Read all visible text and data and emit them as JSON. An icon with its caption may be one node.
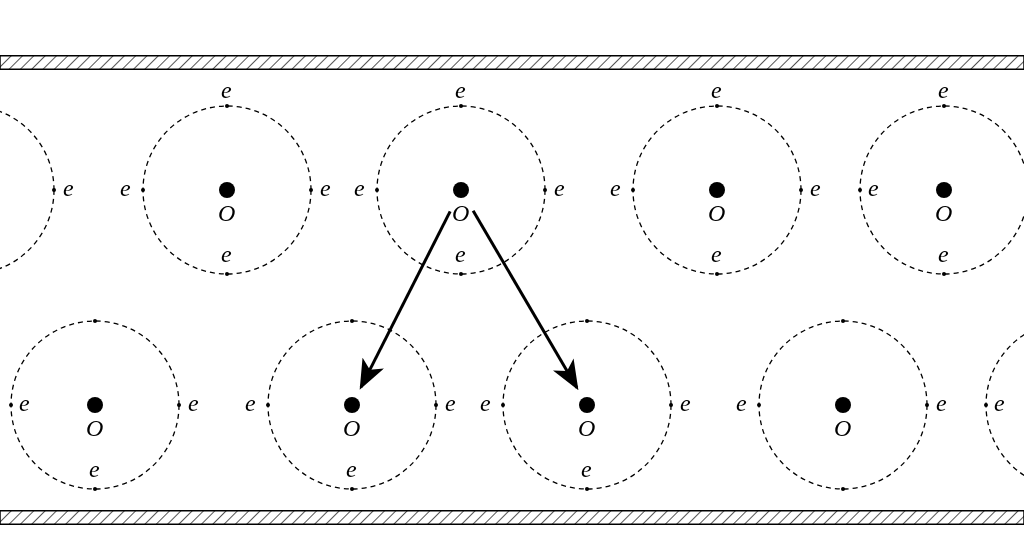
{
  "diagram": {
    "nodes": [
      {
        "text": [],
        "shape": "bar"
      },
      {
        "text": [],
        "shape": "circle",
        "beside": [
          "e"
        ]
      },
      {
        "text": [
          "O",
          "e"
        ],
        "beside": [
          "e",
          "e",
          "e"
        ]
      },
      {
        "text": [
          "O",
          "e"
        ],
        "beside": [
          "e",
          "e",
          "e"
        ]
      },
      {
        "text": [
          "O",
          "e"
        ],
        "beside": [
          "e",
          "e",
          "e"
        ]
      },
      {
        "text": [
          "e",
          "O",
          "e"
        ],
        "beside": [
          "e"
        ]
      },
      {
        "text": [
          "e",
          "O",
          "e"
        ],
        "beside": [
          "e"
        ]
      },
      {
        "text": [
          "O",
          "e"
        ],
        "beside": [
          "e",
          "e"
        ]
      },
      {
        "text": [
          "O",
          "e"
        ],
        "beside": [
          "e",
          "e"
        ]
      },
      {
        "text": [
          "O"
        ],
        "beside": [
          "e",
          "e"
        ]
      },
      {
        "text": [
          "e"
        ]
      },
      {
        "text": [],
        "shape": "bar"
      }
    ],
    "edges": [
      {
        "from": 3,
        "to": 7,
        "arrow": "to"
      },
      {
        "from": 3,
        "to": 8,
        "arrow": "to"
      }
    ]
  }
}
